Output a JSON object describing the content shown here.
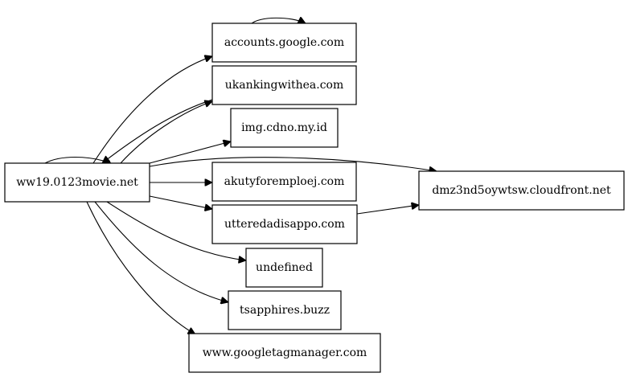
{
  "nodes": {
    "ww19": "ww19.0123movie.net",
    "accounts": "accounts.google.com",
    "ukanking": "ukankingwithea.com",
    "imgcdno": "img.cdno.my.id",
    "akuty": "akutyforemploej.com",
    "uttered": "utteredadisappo.com",
    "undef": "undefined",
    "tsapphires": "tsapphires.buzz",
    "gtm": "www.googletagmanager.com",
    "dmz": "dmz3nd5oywtsw.cloudfront.net"
  },
  "edges": [
    {
      "from": "ww19",
      "to": "ww19"
    },
    {
      "from": "ww19",
      "to": "accounts"
    },
    {
      "from": "accounts",
      "to": "accounts"
    },
    {
      "from": "ww19",
      "to": "ukanking"
    },
    {
      "from": "ukanking",
      "to": "ww19"
    },
    {
      "from": "ww19",
      "to": "imgcdno"
    },
    {
      "from": "ww19",
      "to": "dmz"
    },
    {
      "from": "ww19",
      "to": "akuty"
    },
    {
      "from": "ww19",
      "to": "uttered"
    },
    {
      "from": "uttered",
      "to": "dmz"
    },
    {
      "from": "ww19",
      "to": "undef"
    },
    {
      "from": "ww19",
      "to": "tsapphires"
    },
    {
      "from": "ww19",
      "to": "gtm"
    }
  ]
}
